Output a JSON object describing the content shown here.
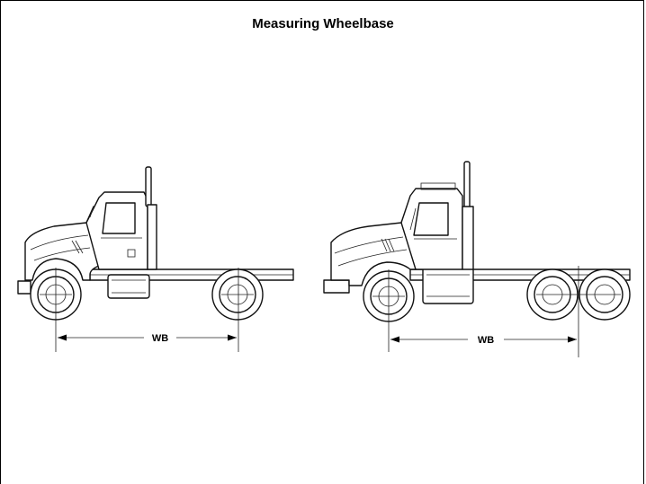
{
  "title": "Measuring Wheelbase",
  "trucks": [
    {
      "axle_config": "single rear axle",
      "dimension_label": "WB"
    },
    {
      "axle_config": "tandem rear axle",
      "dimension_label": "WB"
    }
  ]
}
